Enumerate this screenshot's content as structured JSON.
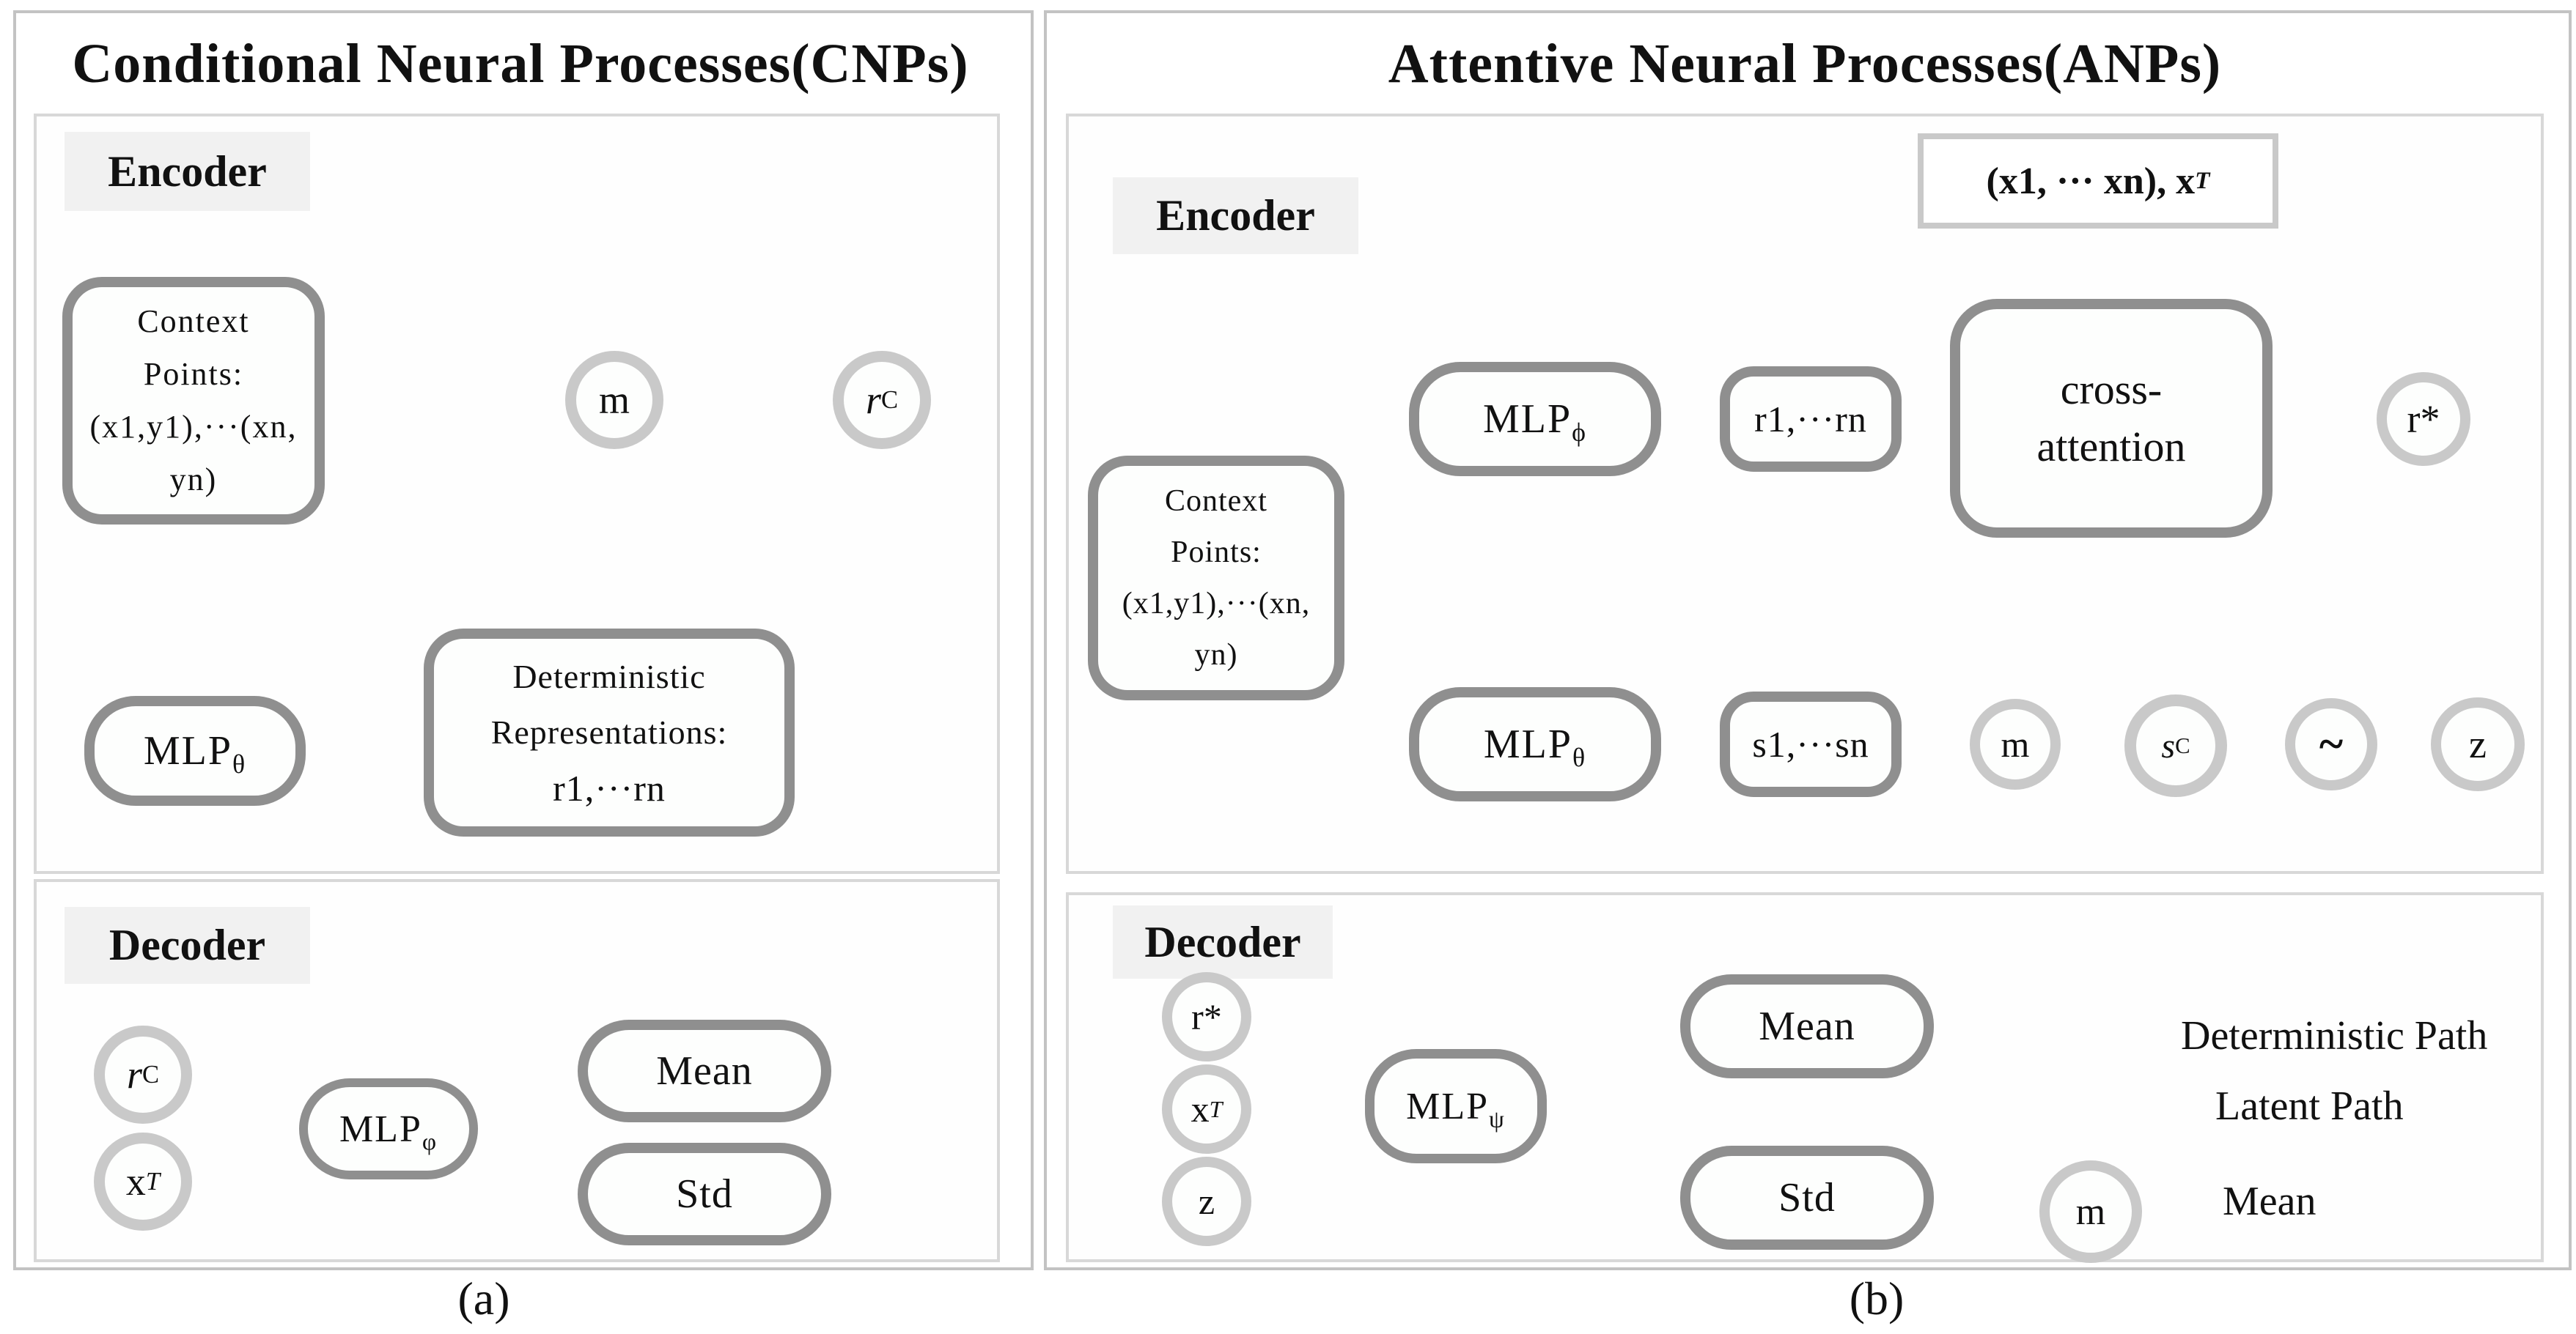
{
  "colors": {
    "node_border": "#8f8f8f",
    "circle_ring": "#c9c9c9",
    "solid_arrow": "#878787",
    "dashed_arrow": "#9b9b9b",
    "panel_border": "#c3c3c3",
    "inner_box_border": "#d8d8d8",
    "section_label_bg": "#f1f1f1"
  },
  "cnp": {
    "title": "Conditional Neural Processes(CNPs)",
    "caption": "(a)",
    "encoder": {
      "label": "Encoder",
      "context_box": {
        "lines": [
          "Context",
          "Points:",
          "(x1,y1),···(xn,",
          "yn)"
        ]
      },
      "mlp_theta": {
        "base": "MLP",
        "sub": "θ"
      },
      "deterministic_box": {
        "line1": "Deterministic",
        "line2": "Representations:",
        "line3": "r1,···rn"
      },
      "m_node": "m",
      "rc_node": {
        "base": "r",
        "sub": "C"
      }
    },
    "decoder": {
      "label": "Decoder",
      "rc_node": {
        "base": "r",
        "sub": "C"
      },
      "xt_node": {
        "base": "x",
        "sub": "T"
      },
      "mlp_phi": {
        "base": "MLP",
        "sub": "φ"
      },
      "mean_box": "Mean",
      "std_box": "Std"
    }
  },
  "anp": {
    "title": "Attentive Neural Processes(ANPs)",
    "caption": "(b)",
    "encoder": {
      "label": "Encoder",
      "input_box": {
        "main": "(x1,  ···  xn),  x",
        "sub": "T"
      },
      "context_box": {
        "lines": [
          "Context",
          "Points:",
          "(x1,y1),···(xn,",
          "yn)"
        ]
      },
      "mlp_phi": {
        "base": "MLP",
        "sub": "ϕ"
      },
      "mlp_theta": {
        "base": "MLP",
        "sub": "θ"
      },
      "r_box": "r1,···rn",
      "s_box": "s1,···sn",
      "cross_attention": {
        "line1": "cross-",
        "line2": "attention"
      },
      "r_star_node": "r*",
      "m_node": "m",
      "sc_node": {
        "base": "s",
        "sub": "C"
      },
      "tilde_node": "~",
      "z_node": "z"
    },
    "decoder": {
      "label": "Decoder",
      "r_star_node": "r*",
      "xt_node": {
        "base": "x",
        "sub": "T"
      },
      "z_node": "z",
      "mlp_psi": {
        "base": "MLP",
        "sub": "ψ"
      },
      "mean_box": "Mean",
      "std_box": "Std"
    },
    "legend": {
      "deterministic_label": "Deterministic Path",
      "latent_label": "Latent Path",
      "mean_symbol": "m",
      "mean_label": "Mean"
    }
  }
}
